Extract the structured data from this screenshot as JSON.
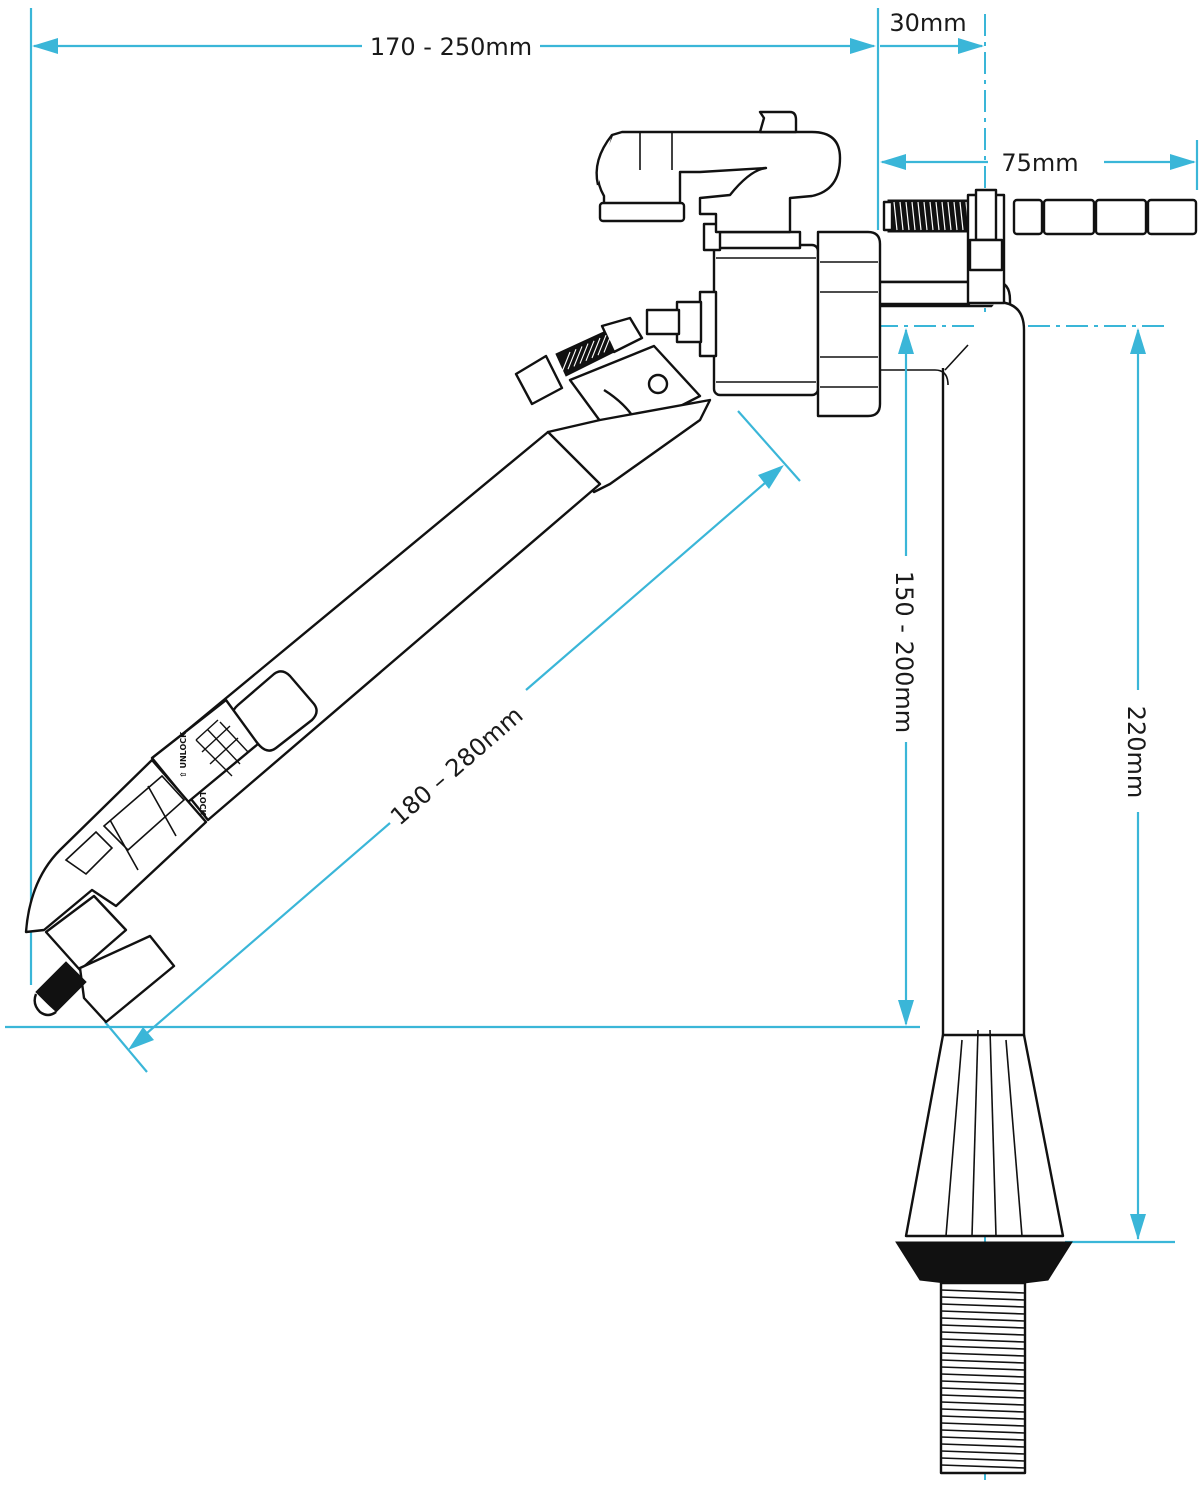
{
  "dimensions": {
    "overall_width": "170 - 250mm",
    "inlet_offset": "30mm",
    "inlet_length": "75mm",
    "arm_length": "180 – 280mm",
    "float_height": "150 - 200mm",
    "valve_height": "220mm"
  },
  "float_badge": {
    "line1": "⇧ UNLOCK",
    "line2": "LOCK ⇩"
  },
  "colors": {
    "dimension": "#3ab6d8",
    "outline": "#111111",
    "background": "#ffffff"
  }
}
